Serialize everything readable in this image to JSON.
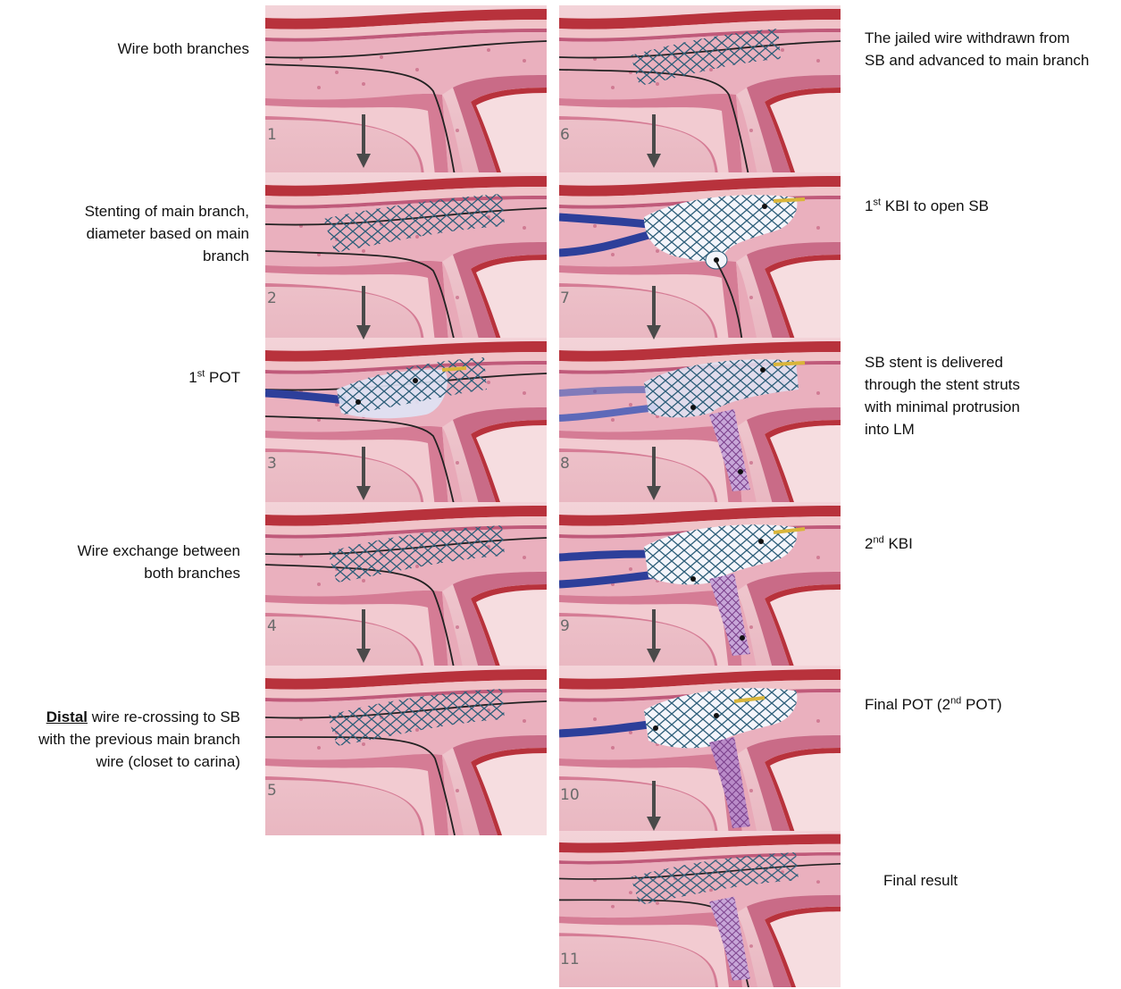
{
  "steps": [
    {
      "num": "1",
      "caption": [
        "Wire both branches"
      ],
      "balloon": false,
      "sb_stent": false,
      "mb_stent": false,
      "balloon_sb": false
    },
    {
      "num": "2",
      "caption": [
        "Stenting of main branch,",
        "diameter based on main",
        "branch"
      ]
    },
    {
      "num": "3",
      "caption_parts": {
        "pre": "1",
        "sup": "st",
        "post": " POT"
      }
    },
    {
      "num": "4",
      "caption": [
        "Wire exchange between",
        "both branches"
      ]
    },
    {
      "num": "5",
      "caption_parts": {
        "bold": "Distal",
        "rest1": " wire re-crossing to SB",
        "line2": "with the previous main branch",
        "line3": "wire (closet to carina)"
      }
    },
    {
      "num": "6",
      "caption": [
        "The jailed wire withdrawn from",
        "SB and advanced to main branch"
      ]
    },
    {
      "num": "7",
      "caption_parts": {
        "pre": "1",
        "sup": "st",
        "post": " KBI to open SB"
      }
    },
    {
      "num": "8",
      "caption": [
        "SB stent is delivered",
        "through the stent struts",
        "with minimal protrusion",
        "into LM"
      ]
    },
    {
      "num": "9",
      "caption_parts": {
        "pre": "2",
        "sup": "nd",
        "post": " KBI"
      }
    },
    {
      "num": "10",
      "caption_parts": {
        "pre": "Final POT (2",
        "sup": "nd",
        "post": " POT)"
      }
    },
    {
      "num": "11",
      "caption": [
        "Final result"
      ]
    }
  ]
}
